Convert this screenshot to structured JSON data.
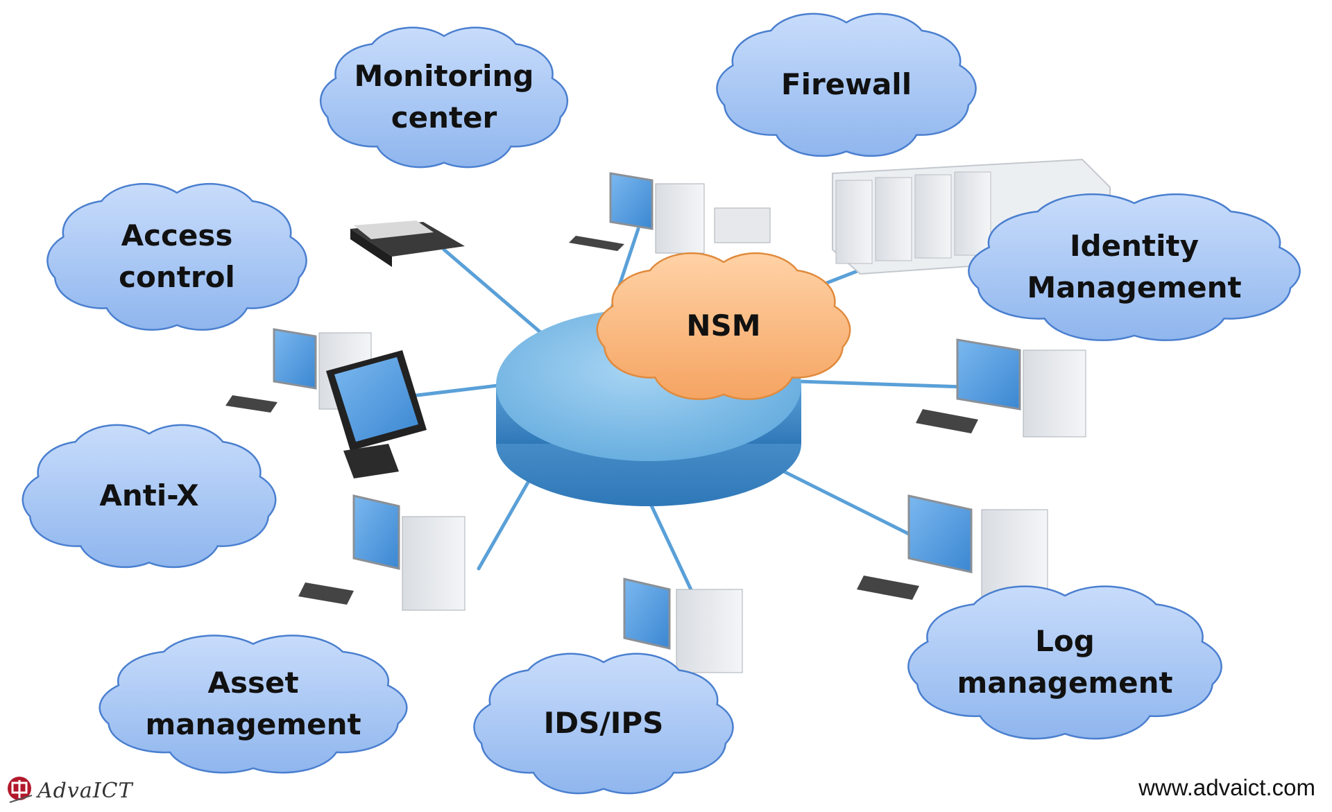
{
  "hub": {
    "label": "NSM",
    "color": "#f8b77a"
  },
  "clouds": [
    {
      "id": "monitoring-center",
      "label": "Monitoring\ncenter"
    },
    {
      "id": "firewall",
      "label": "Firewall"
    },
    {
      "id": "access-control",
      "label": "Access\ncontrol"
    },
    {
      "id": "identity-management",
      "label": "Identity\nManagement"
    },
    {
      "id": "anti-x",
      "label": "Anti-X"
    },
    {
      "id": "asset-management",
      "label": "Asset\nmanagement"
    },
    {
      "id": "ids-ips",
      "label": "IDS/IPS"
    },
    {
      "id": "log-management",
      "label": "Log\nmanagement"
    }
  ],
  "colors": {
    "cloud_fill": "#a9c8f5",
    "cloud_stroke": "#4a7fcf",
    "hub_disc": "#6aaee0",
    "link": "#5aa0d8"
  },
  "footer": {
    "url": "www.advaict.com",
    "logo_text": "AdvaICT"
  }
}
